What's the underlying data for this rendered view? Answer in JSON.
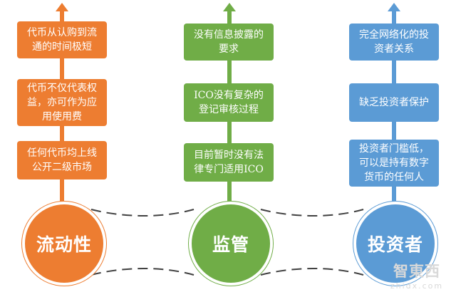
{
  "columns": [
    {
      "id": "liquidity",
      "title": "流动性",
      "color": "#ED7D31",
      "cards": [
        {
          "lines": [
            "代币从认购到流",
            "通的时间极短"
          ]
        },
        {
          "lines": [
            "代币不仅代表权",
            "益，亦可作为应",
            "用使用费"
          ]
        },
        {
          "lines": [
            "任何代币均上线",
            "公开二级市场"
          ]
        }
      ]
    },
    {
      "id": "regulation",
      "title": "监管",
      "color": "#70AD47",
      "cards": [
        {
          "lines": [
            "没有信息披露的",
            "要求"
          ]
        },
        {
          "lines": [
            "ICO没有复杂的",
            "登记审核过程"
          ]
        },
        {
          "lines": [
            "目前暂时没有法",
            "律专门适用ICO"
          ]
        }
      ]
    },
    {
      "id": "investors",
      "title": "投资者",
      "color": "#5B9BD5",
      "cards": [
        {
          "lines": [
            "完全网络化的投",
            "资者关系"
          ]
        },
        {
          "lines": [
            "缺乏投资者保护"
          ]
        },
        {
          "lines": [
            "投资者门槛低，",
            "可以是持有数字",
            "货币的任何人"
          ]
        }
      ]
    }
  ],
  "watermark": {
    "logo": "智東西",
    "sub": "zhidx.com"
  }
}
